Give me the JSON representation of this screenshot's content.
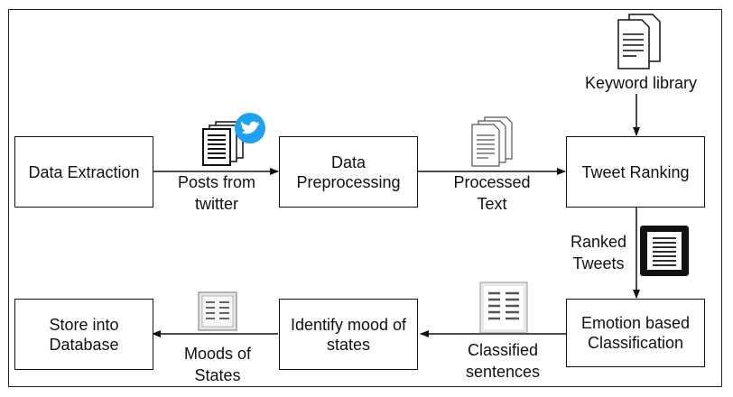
{
  "nodes": {
    "data_extraction": "Data Extraction",
    "data_preprocessing": "Data\nPreprocessing",
    "tweet_ranking": "Tweet Ranking",
    "emotion_classification": "Emotion based\nClassification",
    "identify_mood": "Identify mood of\nstates",
    "store_database": "Store into\nDatabase"
  },
  "edges": {
    "posts_from_twitter": "Posts from\ntwitter",
    "processed_text": "Processed\nText",
    "keyword_library": "Keyword library",
    "ranked_tweets": "Ranked\nTweets",
    "classified_sentences": "Classified\nsentences",
    "moods_of_states": "Moods of\nStates"
  },
  "icons": {
    "twitter": "twitter-bird-icon",
    "documents": "document-stack-icon",
    "ranked": "ranked-document-icon",
    "classified": "classified-document-icon",
    "moods": "moods-document-icon"
  },
  "colors": {
    "twitter_blue": "#1da1f2",
    "line": "#111111"
  }
}
